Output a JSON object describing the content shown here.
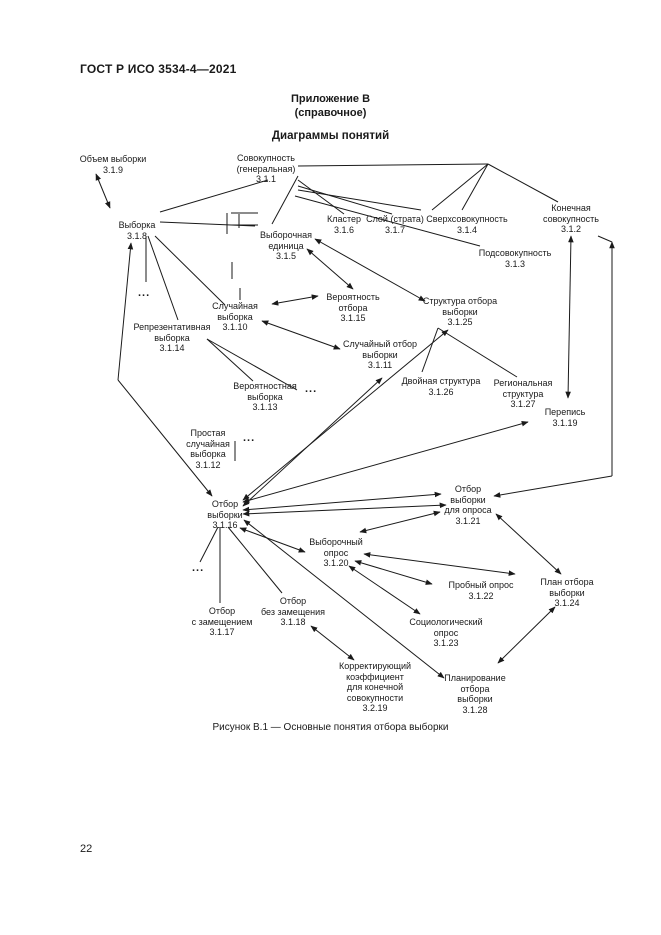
{
  "header": {
    "standard": "ГОСТ Р ИСО 3534-4—2021"
  },
  "annex": {
    "title": "Приложение В",
    "subtitle": "(справочное)"
  },
  "diagram": {
    "title": "Диаграммы понятий",
    "caption": "Рисунок В.1 — Основные понятия отбора выборки",
    "ellipsis": "...",
    "nodes": {
      "population": [
        "Совокупность",
        "(генеральная)",
        "3.1.1"
      ],
      "sample_size": [
        "Объем выборки",
        "3.1.9"
      ],
      "sample": [
        "Выборка",
        "3.1.8"
      ],
      "sampling_unit": [
        "Выборочная",
        "единица",
        "3.1.5"
      ],
      "cluster": [
        "Кластер",
        "3.1.6"
      ],
      "stratum": [
        "Слой (страта)",
        "3.1.7"
      ],
      "superpopulation": [
        "Сверхсовокупность",
        "3.1.4"
      ],
      "subpopulation": [
        "Подсовокупность",
        "3.1.3"
      ],
      "finite_population": [
        "Конечная",
        "совокупность",
        "3.1.2"
      ],
      "representative_sample": [
        "Репрезентативная",
        "выборка",
        "3.1.14"
      ],
      "random_sample": [
        "Случайная",
        "выборка",
        "3.1.10"
      ],
      "inclusion_probability": [
        "Вероятность",
        "отбора",
        "3.1.15"
      ],
      "sampling_structure": [
        "Структура отбора",
        "выборки",
        "3.1.25"
      ],
      "random_sampling": [
        "Случайный отбор",
        "выборки",
        "3.1.11"
      ],
      "probability_sample": [
        "Вероятностная",
        "выборка",
        "3.1.13"
      ],
      "two_phase_structure": [
        "Двойная структура",
        "3.1.26"
      ],
      "regional_structure": [
        "Региональная",
        "структура",
        "3.1.27"
      ],
      "census": [
        "Перепись",
        "3.1.19"
      ],
      "simple_random_sample": [
        "Простая",
        "случайная",
        "выборка",
        "3.1.12"
      ],
      "sampling": [
        "Отбор",
        "выборки",
        "3.1.16"
      ],
      "survey_sampling": [
        "Отбор",
        "выборки",
        "для опроса",
        "3.1.21"
      ],
      "sample_survey": [
        "Выборочный",
        "опрос",
        "3.1.20"
      ],
      "pilot_survey": [
        "Пробный опрос",
        "3.1.22"
      ],
      "sampling_plan": [
        "План отбора",
        "выборки",
        "3.1.24"
      ],
      "with_replacement": [
        "Отбор",
        "с замещением",
        "3.1.17"
      ],
      "without_replacement": [
        "Отбор",
        "без замещения",
        "3.1.18"
      ],
      "sociological_survey": [
        "Социологический",
        "опрос",
        "3.1.23"
      ],
      "correction_factor": [
        "Корректирующий",
        "коэффициент",
        "для конечной",
        "совокупности",
        "3.2.19"
      ],
      "sampling_planning": [
        "Планирование",
        "отбора",
        "выборки",
        "3.1.28"
      ]
    }
  },
  "page": {
    "number": "22"
  }
}
